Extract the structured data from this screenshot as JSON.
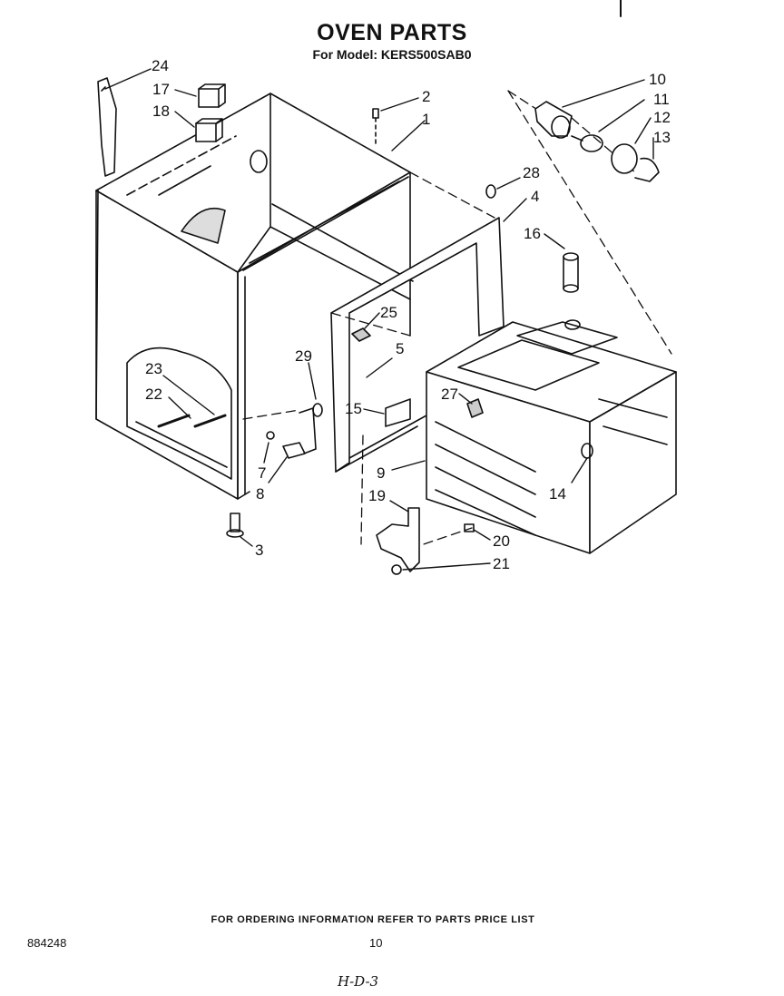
{
  "header": {
    "title": "OVEN PARTS",
    "model": "For Model: KERS500SAB0"
  },
  "parts_labels": [
    "24",
    "17",
    "18",
    "2",
    "1",
    "10",
    "11",
    "12",
    "13",
    "28",
    "4",
    "16",
    "25",
    "5",
    "29",
    "23",
    "22",
    "27",
    "15",
    "9",
    "14",
    "7",
    "8",
    "19",
    "20",
    "21",
    "3"
  ],
  "footer": {
    "ordering_note": "FOR ORDERING INFORMATION REFER TO PARTS PRICE LIST",
    "document_number": "884248",
    "page_number": "10",
    "handwritten_mark": "H-D-3"
  }
}
